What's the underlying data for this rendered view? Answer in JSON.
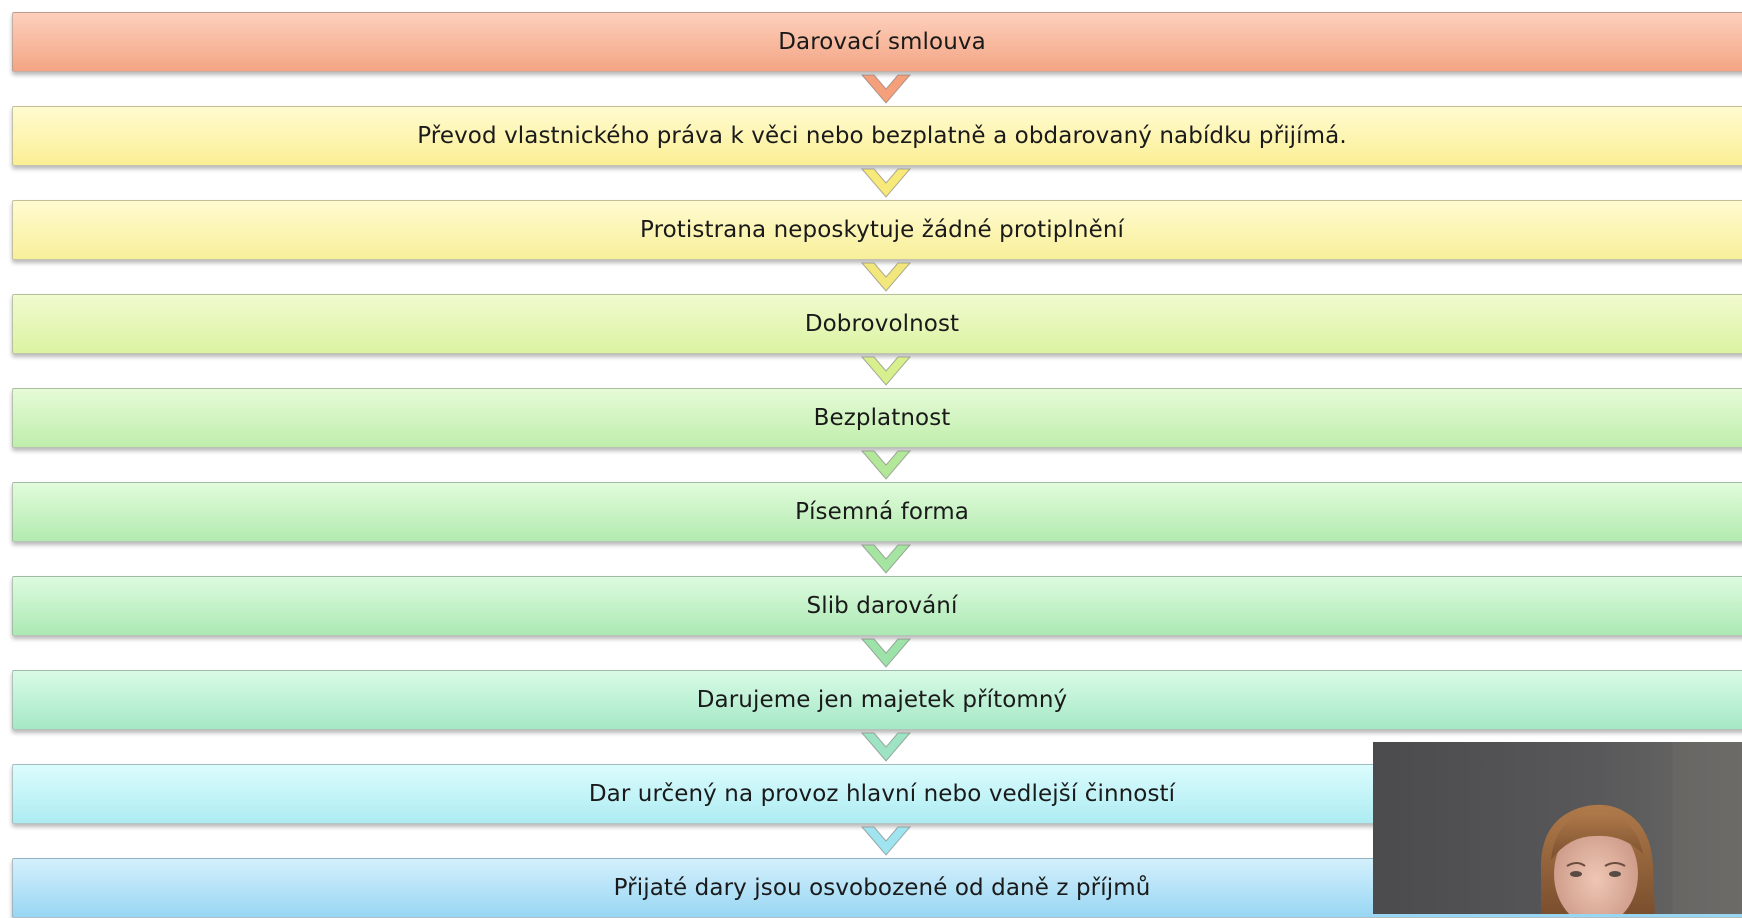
{
  "diagram": {
    "steps": [
      {
        "label": "Darovací smlouva",
        "fill_top": "#fdd0bc",
        "fill_bottom": "#f3a584"
      },
      {
        "label": "Převod vlastnického práva k věci nebo bezplatně a obdarovaný nabídku přijímá.",
        "fill_top": "#fffbd0",
        "fill_bottom": "#fbef95"
      },
      {
        "label": "Protistrana neposkytuje žádné protiplnění",
        "fill_top": "#fffbd0",
        "fill_bottom": "#f8ef9a"
      },
      {
        "label": "Dobrovolnost",
        "fill_top": "#f1fbcf",
        "fill_bottom": "#dbf3a2"
      },
      {
        "label": "Bezplatnost",
        "fill_top": "#e6fbd8",
        "fill_bottom": "#bfeeab"
      },
      {
        "label": "Písemná forma",
        "fill_top": "#e1fbdb",
        "fill_bottom": "#b3ebb0"
      },
      {
        "label": "Slib darování",
        "fill_top": "#ddfbdf",
        "fill_bottom": "#ace9b4"
      },
      {
        "label": "Darujeme jen majetek přítomný",
        "fill_top": "#d9fbe6",
        "fill_bottom": "#a5e8c6"
      },
      {
        "label": "Dar určený na provoz hlavní nebo vedlejší činností",
        "fill_top": "#dcfcfd",
        "fill_bottom": "#adecf2"
      },
      {
        "label": "Přijaté dary jsou osvobozené od daně  z příjmů",
        "fill_top": "#d4f0fc",
        "fill_bottom": "#98d6f3"
      }
    ],
    "arrow_colors": [
      "#f5a07a",
      "#f7e97a",
      "#f2e77c",
      "#d7ef8c",
      "#b3e79a",
      "#a5e5a1",
      "#9de3a9",
      "#9ee3c3",
      "#9fe4ee"
    ]
  },
  "webcam": {
    "person": "presenter-video"
  }
}
